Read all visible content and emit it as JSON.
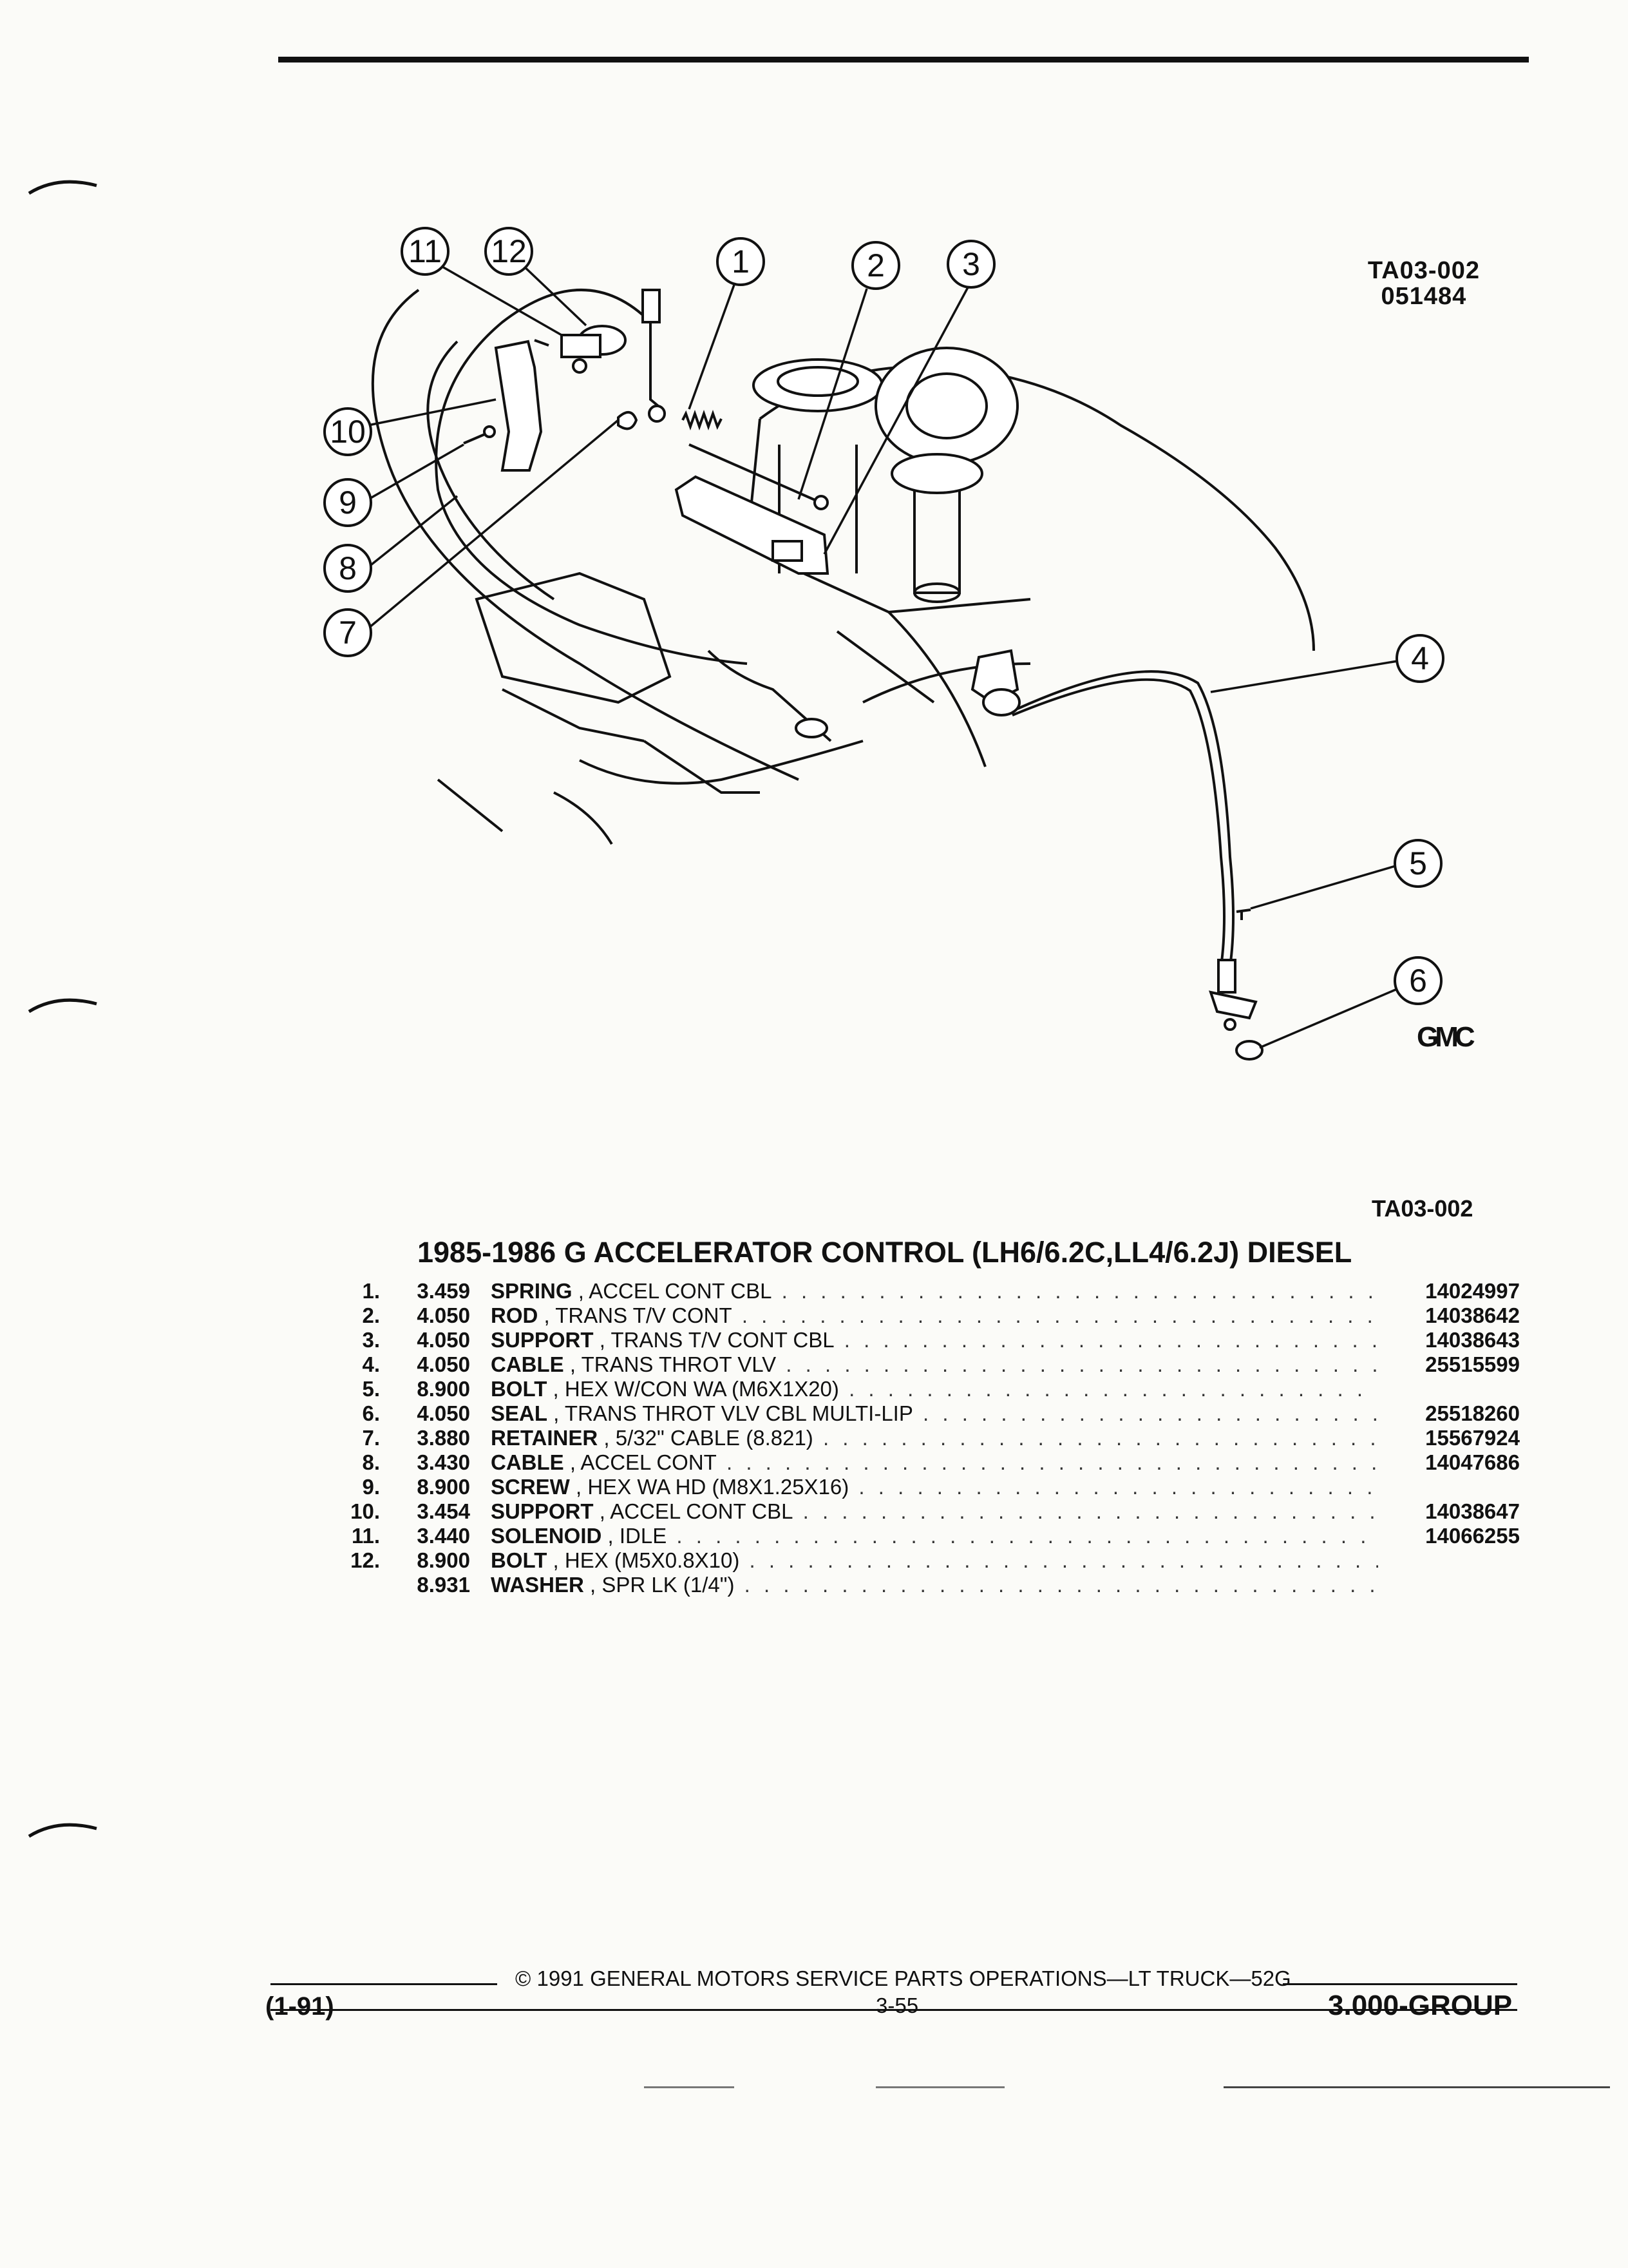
{
  "figure": {
    "id_top_line1": "TA03-002",
    "id_top_line2": "051484",
    "gm_mark": "GMC",
    "caption_code": "TA03-002",
    "callouts": [
      "11",
      "12",
      "1",
      "2",
      "3",
      "10",
      "9",
      "8",
      "7",
      "4",
      "5",
      "6"
    ]
  },
  "title": "1985-1986 G ACCELERATOR CONTROL (LH6/6.2C,LL4/6.2J) DIESEL",
  "parts": [
    {
      "num": "1.",
      "code": "3.459",
      "name": "SPRING",
      "detail": " , ACCEL CONT CBL",
      "pn": "14024997"
    },
    {
      "num": "2.",
      "code": "4.050",
      "name": "ROD",
      "detail": " , TRANS T/V CONT",
      "pn": "14038642"
    },
    {
      "num": "3.",
      "code": "4.050",
      "name": "SUPPORT",
      "detail": " , TRANS T/V CONT CBL",
      "pn": "14038643"
    },
    {
      "num": "4.",
      "code": "4.050",
      "name": "CABLE",
      "detail": " , TRANS THROT VLV",
      "pn": "25515599"
    },
    {
      "num": "5.",
      "code": "8.900",
      "name": "BOLT",
      "detail": " , HEX W/CON WA (M6X1X20)",
      "pn": ""
    },
    {
      "num": "6.",
      "code": "4.050",
      "name": "SEAL",
      "detail": " , TRANS THROT VLV CBL MULTI-LIP",
      "pn": "25518260"
    },
    {
      "num": "7.",
      "code": "3.880",
      "name": "RETAINER",
      "detail": " , 5/32\" CABLE (8.821)",
      "pn": "15567924"
    },
    {
      "num": "8.",
      "code": "3.430",
      "name": "CABLE",
      "detail": " , ACCEL CONT",
      "pn": "14047686"
    },
    {
      "num": "9.",
      "code": "8.900",
      "name": "SCREW",
      "detail": " , HEX WA HD (M8X1.25X16)",
      "pn": ""
    },
    {
      "num": "10.",
      "code": "3.454",
      "name": "SUPPORT",
      "detail": " , ACCEL CONT CBL",
      "pn": "14038647"
    },
    {
      "num": "11.",
      "code": "3.440",
      "name": "SOLENOID",
      "detail": " , IDLE",
      "pn": "14066255"
    },
    {
      "num": "12.",
      "code": "8.900",
      "name": "BOLT",
      "detail": " , HEX (M5X0.8X10)",
      "pn": ""
    },
    {
      "num": "",
      "code": "8.931",
      "name": "WASHER",
      "detail": " , SPR LK (1/4\")",
      "pn": ""
    }
  ],
  "footer": {
    "copyright": "© 1991 GENERAL MOTORS SERVICE PARTS OPERATIONS—LT TRUCK—52G",
    "page": "3-55",
    "date": "(1-91)",
    "group": "3.000-GROUP"
  }
}
